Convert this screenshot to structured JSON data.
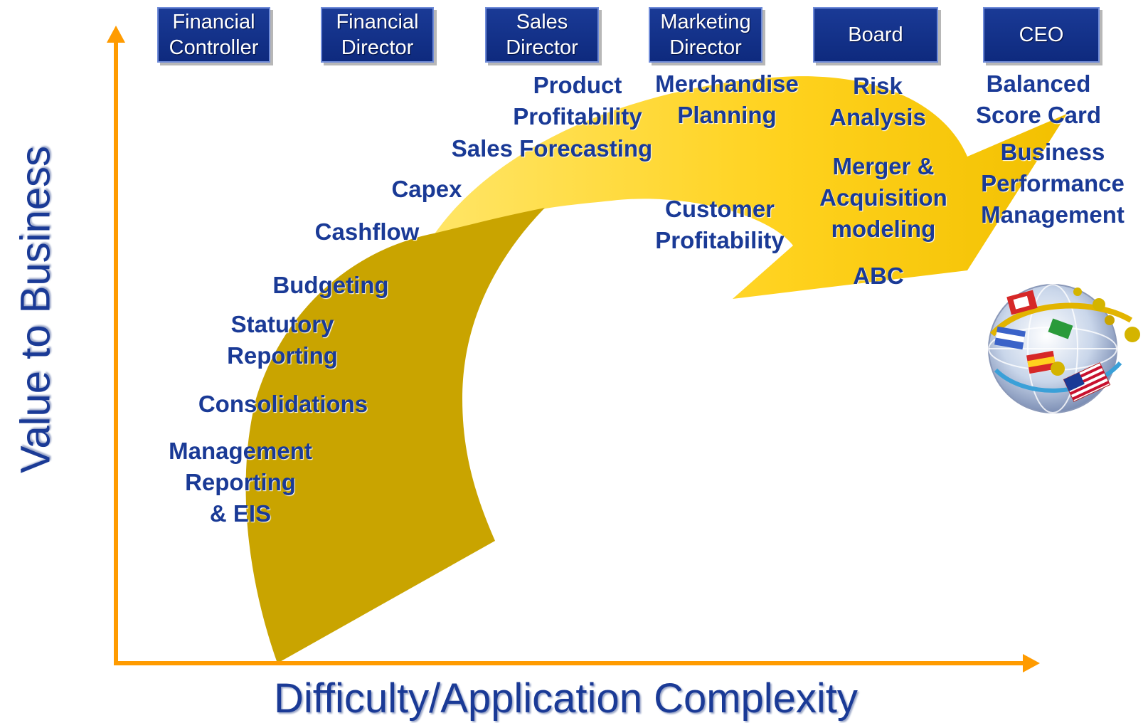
{
  "colors": {
    "axis": "#ff9b00",
    "role_box": "#1a3a96",
    "text": "#1a3a96",
    "arrow_dark": "#c9a400",
    "arrow_light": "#ffd21e"
  },
  "roles": [
    {
      "label": "Financial\nController"
    },
    {
      "label": "Financial\nDirector"
    },
    {
      "label": "Sales\nDirector"
    },
    {
      "label": "Marketing\nDirector"
    },
    {
      "label": "Board"
    },
    {
      "label": "CEO"
    }
  ],
  "stages": {
    "management_reporting": "Management\nReporting\n& EIS",
    "consolidations": "Consolidations",
    "statutory_reporting": "Statutory\nReporting",
    "budgeting": "Budgeting",
    "cashflow": "Cashflow",
    "capex": "Capex",
    "sales_forecasting": "Sales Forecasting",
    "product_profitability": "Product\nProfitability",
    "merchandise_planning": "Merchandise\nPlanning",
    "customer_profitability": "Customer\nProfitability",
    "risk_analysis": "Risk\nAnalysis",
    "merger_acquisition": "Merger &\nAcquisition\nmodeling",
    "abc": "ABC",
    "balanced_scorecard": "Balanced\nScore Card",
    "bpm": "Business\nPerformance\nManagement"
  },
  "axes": {
    "x_label": "Difficulty/Application Complexity",
    "y_label": "Value to Business"
  },
  "icons": [
    "globe-flags-icon"
  ]
}
